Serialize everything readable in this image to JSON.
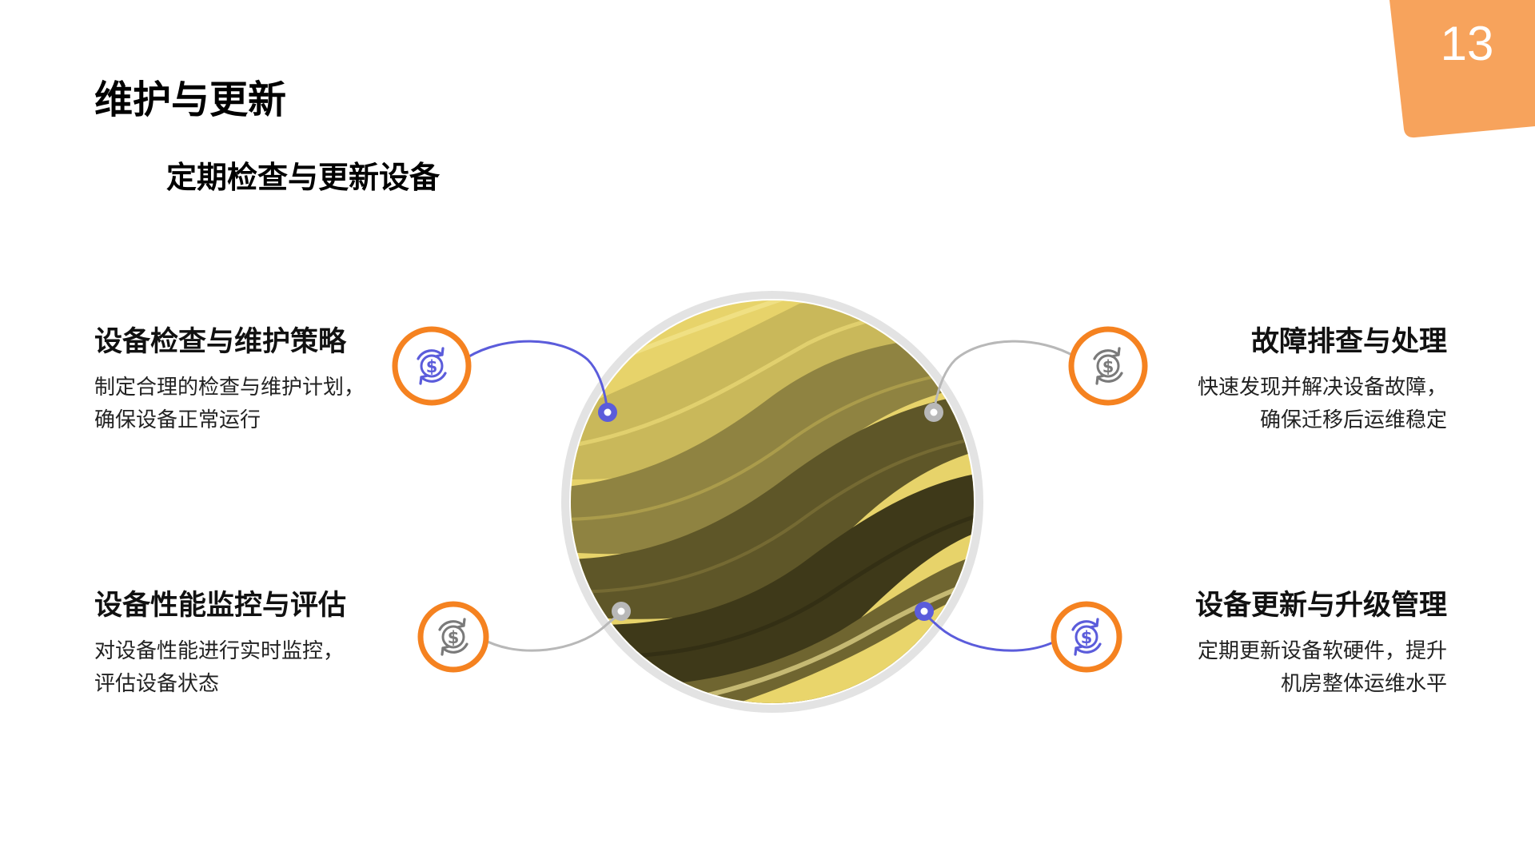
{
  "page_number": "13",
  "title": "维护与更新",
  "subtitle": "定期检查与更新设备",
  "colors": {
    "accent_orange": "#F7A35C",
    "ring_orange": "#F58220",
    "accent_purple": "#5B5CDB",
    "neutral_gray": "#B8B8B8",
    "image_yellow": "#EFD96A"
  },
  "items": [
    {
      "title": "设备检查与维护策略",
      "desc_line1": "制定合理的检查与维护计划，",
      "desc_line2": "确保设备正常运行",
      "icon": "dollar-cycle-icon",
      "accent": "purple"
    },
    {
      "title": "故障排查与处理",
      "desc_line1": "快速发现并解决设备故障，",
      "desc_line2": "确保迁移后运维稳定",
      "icon": "dollar-cycle-icon",
      "accent": "gray"
    },
    {
      "title": "设备性能监控与评估",
      "desc_line1": "对设备性能进行实时监控，",
      "desc_line2": "评估设备状态",
      "icon": "dollar-cycle-icon",
      "accent": "gray"
    },
    {
      "title": "设备更新与升级管理",
      "desc_line1": "定期更新设备软硬件，提升",
      "desc_line2": "机房整体运维水平",
      "icon": "dollar-cycle-icon",
      "accent": "purple"
    }
  ]
}
